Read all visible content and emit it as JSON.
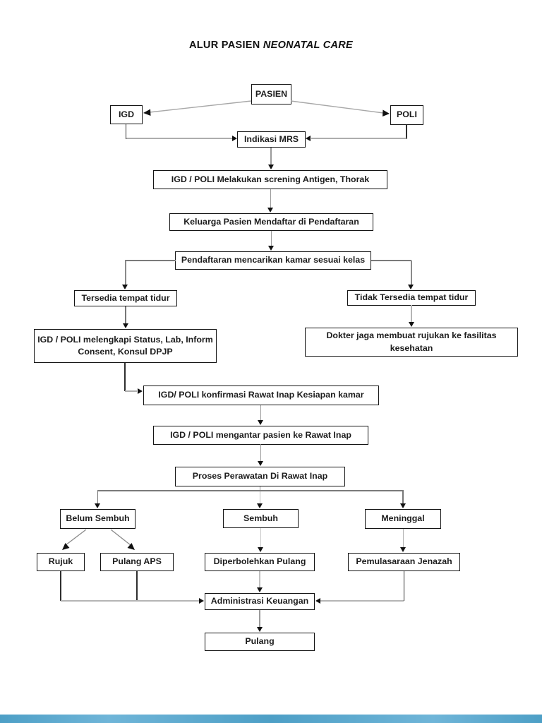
{
  "title": {
    "prefix": "ALUR PASIEN ",
    "italic": "NEONATAL CARE"
  },
  "colors": {
    "box_border": "#141414",
    "connector_line": "#9a9a9a",
    "arrowhead": "#111111",
    "footer_bar": "#4d9fc6"
  },
  "nodes": {
    "pasien": "PASIEN",
    "igd": "IGD",
    "poli": "POLI",
    "indikasi_mrs": "Indikasi MRS",
    "screening": "IGD / POLI Melakukan screning  Antigen, Thorak",
    "daftar": "Keluarga  Pasien Mendaftar di Pendaftaran",
    "cari_kamar": "Pendaftaran mencarikan kamar sesuai kelas",
    "tersedia": "Tersedia tempat tidur",
    "tidak_tersedia": "Tidak Tersedia tempat tidur",
    "melengkapi": "IGD / POLI melengkapi Status, Lab, Inform Consent, Konsul DPJP",
    "rujukan": "Dokter jaga membuat rujukan ke fasilitas kesehatan",
    "konfirmasi": "IGD/ POLI  konfirmasi  Rawat Inap Kesiapan kamar",
    "mengantar": "IGD / POLI mengantar pasien ke Rawat Inap",
    "perawatan": "Proses Perawatan Di Rawat Inap",
    "belum_sembuh": "Belum Sembuh",
    "sembuh": "Sembuh",
    "meninggal": "Meninggal",
    "rujuk": "Rujuk",
    "pulang_aps": "Pulang APS",
    "diperbolehkan_pulang": "Diperbolehkan Pulang",
    "pemulasaraan": "Pemulasaraan Jenazah",
    "administrasi": "Administrasi Keuangan",
    "pulang": "Pulang"
  }
}
